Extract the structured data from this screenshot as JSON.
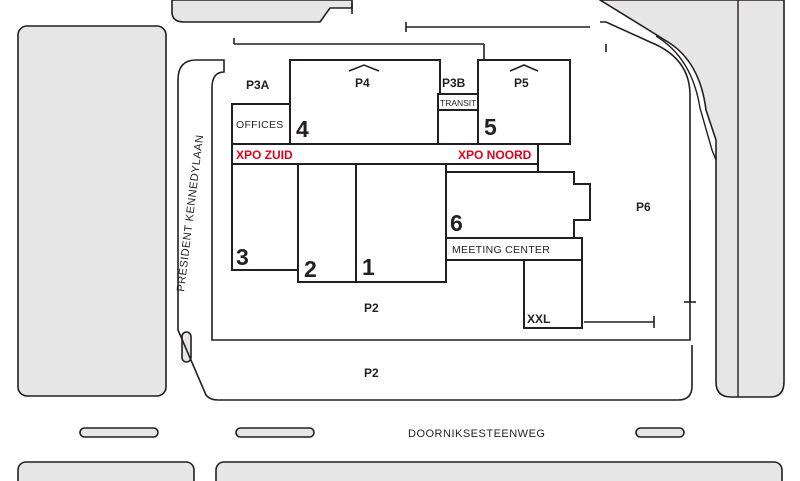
{
  "colors": {
    "ground": "#ffffff",
    "road_block": "#e6e6e6",
    "outline": "#231f20",
    "accent_red": "#e3001b"
  },
  "parking": {
    "p3a": "P3A",
    "p4": "P4",
    "p3b": "P3B",
    "p5": "P5",
    "p6": "P6",
    "p2_inner": "P2",
    "p2_outer": "P2"
  },
  "buildings": {
    "offices": "OFFICES",
    "transit": "TRANSIT",
    "meeting_center": "MEETING CENTER",
    "xxl": "XXL"
  },
  "halls": {
    "h1": "1",
    "h2": "2",
    "h3": "3",
    "h4": "4",
    "h5": "5",
    "h6": "6"
  },
  "entrances": {
    "xpo_zuid": "XPO ZUID",
    "xpo_noord": "XPO NOORD"
  },
  "streets": {
    "doorniksesteenweg": "DOORNIKSESTEENWEG",
    "president_kennedylaan": "PRESIDENT KENNEDYLAAN"
  },
  "icons": {
    "p4_roof": "roof-icon",
    "p5_roof": "roof-icon"
  }
}
